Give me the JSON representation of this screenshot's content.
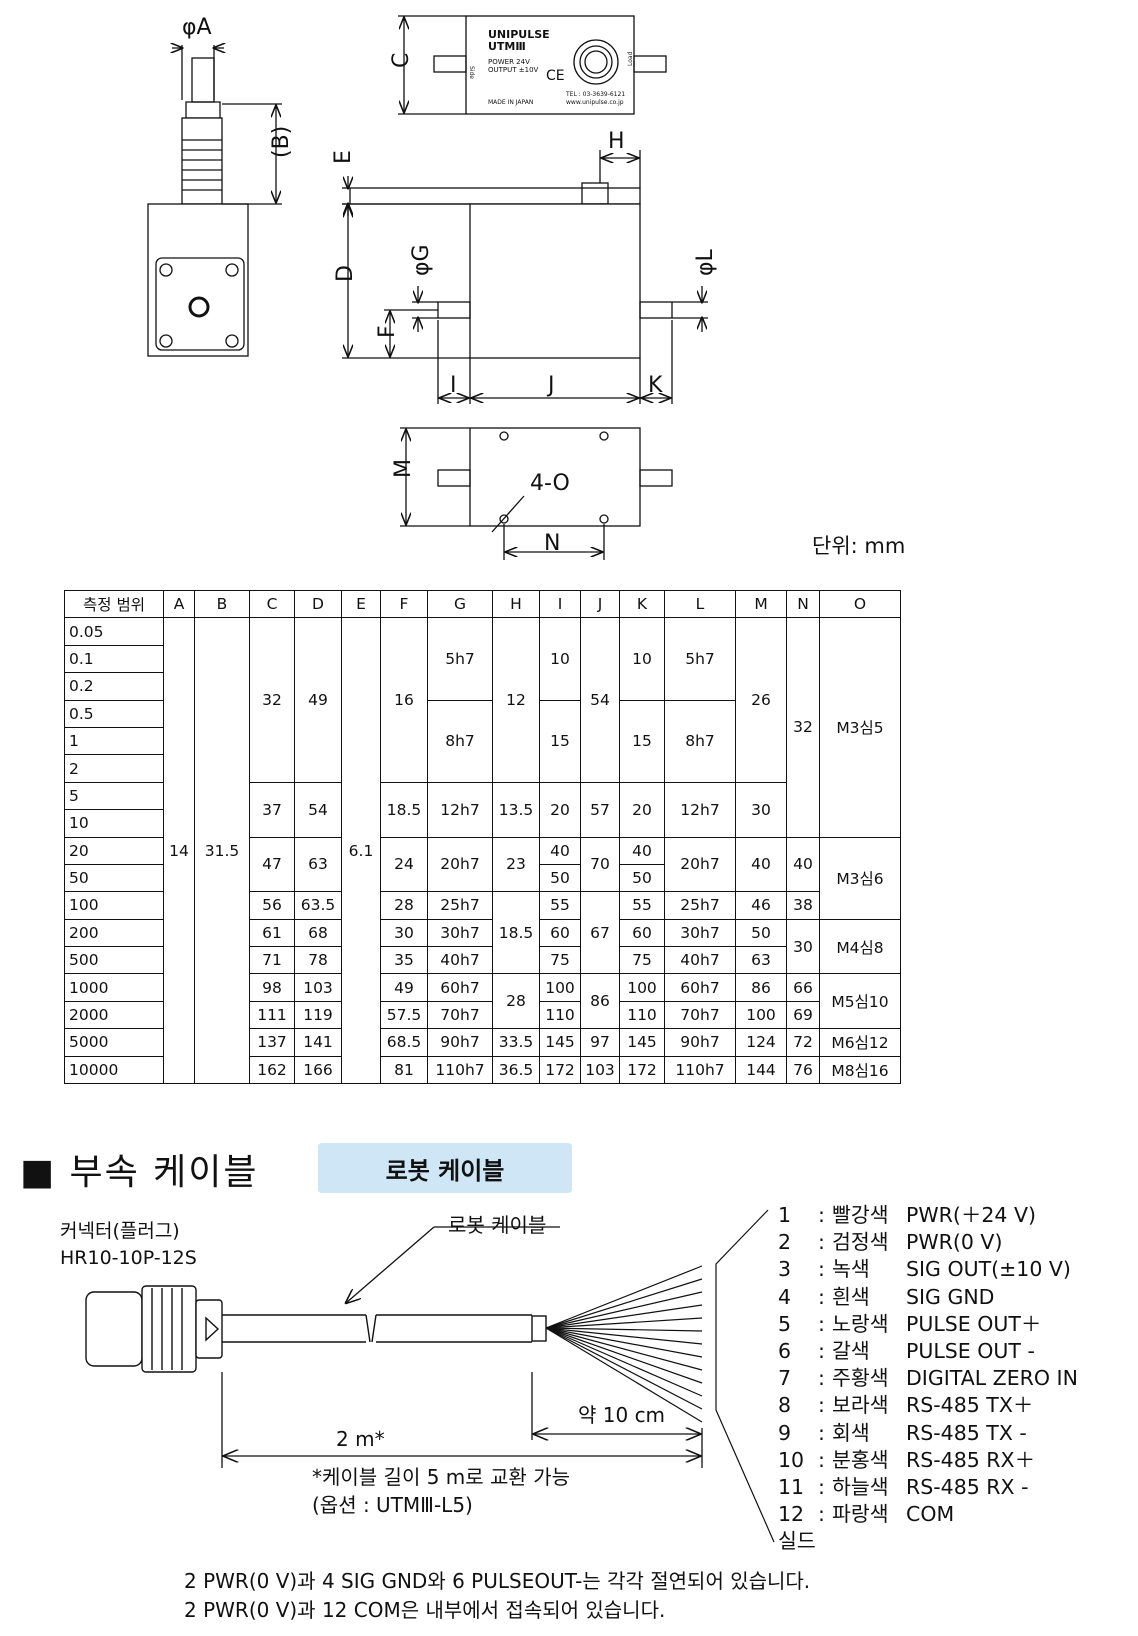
{
  "drawing": {
    "label_phiA": "φA",
    "label_B": "(B)",
    "label_C": "C",
    "label_D": "D",
    "label_E": "E",
    "label_F": "F",
    "label_phiG": "φG",
    "label_H": "H",
    "label_I": "I",
    "label_J": "J",
    "label_K": "K",
    "label_phiL": "φL",
    "label_M": "M",
    "label_N": "N",
    "label_4O": "4-O",
    "plate_brand": "UNIPULSE",
    "plate_model": "UTMⅢ",
    "plate_power": "POWER   24V",
    "plate_output": "OUTPUT  ±10V",
    "plate_ce": "CE",
    "plate_tel": "TEL : 03-3639-6121",
    "plate_web": "www.unipulse.co.jp",
    "plate_made": "MADE IN JAPAN",
    "plate_load": "Load",
    "plate_side": "Side",
    "unit": "단위: mm"
  },
  "table": {
    "headers": [
      "측정 범위",
      "A",
      "B",
      "C",
      "D",
      "E",
      "F",
      "G",
      "H",
      "I",
      "J",
      "K",
      "L",
      "M",
      "N",
      "O"
    ],
    "ranges": [
      "0.05",
      "0.1",
      "0.2",
      "0.5",
      "1",
      "2",
      "5",
      "10",
      "20",
      "50",
      "100",
      "200",
      "500",
      "1000",
      "2000",
      "5000",
      "10000"
    ],
    "A": "14",
    "B": "31.5",
    "E": "6.1",
    "g1": {
      "C": "32",
      "D": "49",
      "F": "16",
      "G1": "5h7",
      "G2": "8h7",
      "H": "12",
      "I1": "10",
      "I2": "15",
      "J": "54",
      "K1": "10",
      "K2": "15",
      "L1": "5h7",
      "L2": "8h7",
      "M": "26"
    },
    "N1": "32",
    "O1": "M3심5",
    "g2": {
      "C": "37",
      "D": "54",
      "F": "18.5",
      "G": "12h7",
      "H": "13.5",
      "I": "20",
      "J": "57",
      "K": "20",
      "L": "12h7",
      "M": "30"
    },
    "g3": {
      "C": "47",
      "D": "63",
      "F": "24",
      "G": "20h7",
      "H": "23",
      "I1": "40",
      "I2": "50",
      "J": "70",
      "K1": "40",
      "K2": "50",
      "L": "20h7",
      "M": "40",
      "N": "40"
    },
    "O2": "M3심6",
    "r100": {
      "C": "56",
      "D": "63.5",
      "F": "28",
      "G": "25h7",
      "I": "55",
      "K": "55",
      "L": "25h7",
      "M": "46",
      "N": "38"
    },
    "H4": "18.5",
    "J4": "67",
    "r200": {
      "C": "61",
      "D": "68",
      "F": "30",
      "G": "30h7",
      "I": "60",
      "K": "60",
      "L": "30h7",
      "M": "50"
    },
    "r500": {
      "C": "71",
      "D": "78",
      "F": "35",
      "G": "40h7",
      "I": "75",
      "K": "75",
      "L": "40h7",
      "M": "63"
    },
    "N5": "30",
    "O5": "M4심8",
    "r1000": {
      "C": "98",
      "D": "103",
      "F": "49",
      "G": "60h7",
      "I": "100",
      "K": "100",
      "L": "60h7",
      "M": "86",
      "N": "66"
    },
    "r2000": {
      "C": "111",
      "D": "119",
      "F": "57.5",
      "G": "70h7",
      "I": "110",
      "K": "110",
      "L": "70h7",
      "M": "100",
      "N": "69"
    },
    "H6": "28",
    "J6": "86",
    "O6": "M5심10",
    "r5000": {
      "C": "137",
      "D": "141",
      "F": "68.5",
      "G": "90h7",
      "H": "33.5",
      "I": "145",
      "J": "97",
      "K": "145",
      "L": "90h7",
      "M": "124",
      "N": "72",
      "O": "M6심12"
    },
    "r10000": {
      "C": "162",
      "D": "166",
      "F": "81",
      "G": "110h7",
      "H": "36.5",
      "I": "172",
      "J": "103",
      "K": "172",
      "L": "110h7",
      "M": "144",
      "N": "76",
      "O": "M8심16"
    }
  },
  "cable": {
    "section_title": "■ 부속 케이블",
    "badge": "로봇 케이블",
    "connector_label": "커넥터(플러그)",
    "connector_model": "HR10-10P-12S",
    "cable_label": "로봇 케이블",
    "length_total": "2 m*",
    "length_strip": "약 10 cm",
    "option_note1": "*케이블 길이 5 m로 교환 가능",
    "option_note2": "(옵션 : UTMⅢ-L5)",
    "pins": [
      {
        "n": "1",
        "color": "빨강색",
        "sig": "PWR(＋24 V)"
      },
      {
        "n": "2",
        "color": "검정색",
        "sig": "PWR(0 V)"
      },
      {
        "n": "3",
        "color": "녹색",
        "sig": "SIG OUT(±10 V)"
      },
      {
        "n": "4",
        "color": "흰색",
        "sig": "SIG GND"
      },
      {
        "n": "5",
        "color": "노랑색",
        "sig": "PULSE OUT＋"
      },
      {
        "n": "6",
        "color": "갈색",
        "sig": "PULSE OUT -"
      },
      {
        "n": "7",
        "color": "주황색",
        "sig": "DIGITAL ZERO IN"
      },
      {
        "n": "8",
        "color": "보라색",
        "sig": "RS-485 TX＋"
      },
      {
        "n": "9",
        "color": "회색",
        "sig": "RS-485 TX -"
      },
      {
        "n": "10",
        "color": "분홍색",
        "sig": "RS-485 RX＋"
      },
      {
        "n": "11",
        "color": "하늘색",
        "sig": "RS-485 RX -"
      },
      {
        "n": "12",
        "color": "파랑색",
        "sig": "COM"
      }
    ],
    "shield": "실드",
    "colon": ":"
  },
  "notes": {
    "line1": "2 PWR(0 V)과 4 SIG GND와 6 PULSEOUT-는 각각 절연되어 있습니다.",
    "line2": "2 PWR(0 V)과 12 COM은 내부에서 접속되어 있습니다."
  }
}
